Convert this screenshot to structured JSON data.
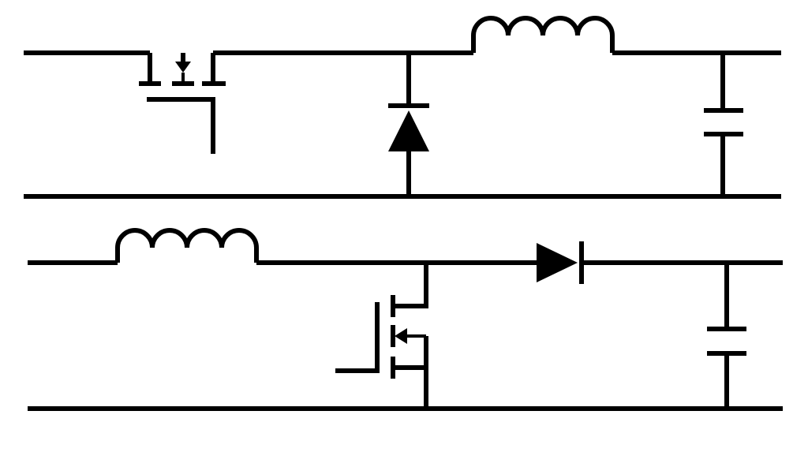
{
  "diagram": {
    "type": "circuit-schematic",
    "background": "#ffffff",
    "stroke_color": "#000000",
    "circuits": [
      {
        "name": "buck-converter",
        "components": [
          {
            "kind": "mosfet",
            "icon": "mosfet-switch-icon"
          },
          {
            "kind": "diode",
            "icon": "freewheeling-diode-icon"
          },
          {
            "kind": "inductor",
            "icon": "inductor-icon"
          },
          {
            "kind": "capacitor",
            "icon": "output-capacitor-icon"
          }
        ]
      },
      {
        "name": "boost-converter",
        "components": [
          {
            "kind": "inductor",
            "icon": "inductor-icon"
          },
          {
            "kind": "mosfet",
            "icon": "mosfet-switch-icon"
          },
          {
            "kind": "diode",
            "icon": "boost-diode-icon"
          },
          {
            "kind": "capacitor",
            "icon": "output-capacitor-icon"
          }
        ]
      }
    ]
  }
}
